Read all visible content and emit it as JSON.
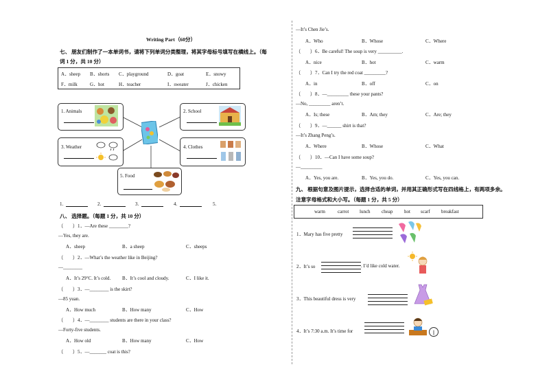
{
  "title": "Writing Part（60分）",
  "sec7": {
    "heading": "七、 朋友们制作了一本单词书，请将下列单词分类整理，将其字母标号填写在横线上。（每",
    "heading2": "词 1 分，共 10 分）",
    "row1": [
      "A．sheep",
      "B．shorts",
      "C．playground",
      "D．goat",
      "E．snowy"
    ],
    "row2": [
      "F．milk",
      "G．hot",
      "H．teacher",
      "I．sweater",
      "J．chicken"
    ],
    "nodes": {
      "animals": "1. Animals",
      "school": "2. School",
      "weather": "3. Weather",
      "clothes": "4. Clothes",
      "food": "5. Food"
    },
    "answers": [
      "1.",
      "2.",
      "3.",
      "4.",
      "5."
    ]
  },
  "sec8": {
    "heading": "八、 选择题。（每题 1 分，共 10 分）",
    "q1": {
      "stem": "（　　）1．—Are these ________?",
      "reply": "—Yes, they are.",
      "a": "A．sheep",
      "b": "B．a sheep",
      "c": "C．sheeps"
    },
    "q2": {
      "stem": "（　　）2．—What’s the weather like in Beijing?",
      "reply": "—________",
      "a": "A．It’s 29°C. It’s cold.",
      "b": "B．It’s cool and cloudy.",
      "c": "C．I like it."
    },
    "q3": {
      "stem": "（　　）3．—________ is the skirt?",
      "reply": "—85 yuan.",
      "a": "A．How much",
      "b": "B．How many",
      "c": "C．How"
    },
    "q4": {
      "stem": "（　　）4．—________ students are there in your class?",
      "reply": "—Forty-five students.",
      "a": "A．How old",
      "b": "B．How many",
      "c": "C．How"
    },
    "q5": {
      "stem": "（　　）5．—_______ coat is this?",
      "reply": "—It’s Chen Jie’s.",
      "a": "A．Who",
      "b": "B．Whose",
      "c": "C．Where"
    },
    "q6": {
      "stem": "（　　）6．Be careful! The soup is very __________.",
      "a": "A．nice",
      "b": "B．hot",
      "c": "C．warm"
    },
    "q7": {
      "stem": "（　　）7．Can I try the red coat _________?",
      "a": "A．in",
      "b": "B．off",
      "c": "C．on"
    },
    "q8": {
      "stem": "（　　）8．—_________ these your pants?",
      "reply": "—No, _________ aren’t.",
      "a": "A．Is; these",
      "b": "B．Am; they",
      "c": "C．Are; they"
    },
    "q9": {
      "stem": "（　　）9．—______ shirt is that?",
      "reply": "—It’s Zhang Peng’s.",
      "a": "A．Where",
      "b": "B．Whose",
      "c": "C．What"
    },
    "q10": {
      "stem": "（　　）10．—Can I have some soup?",
      "reply": "—_________",
      "a": "A．Yes, you are.",
      "b": "B．Yes, you do.",
      "c": "C．Yes, you can."
    }
  },
  "sec9": {
    "heading": "九、 根据句意及图片提示，选择合适的单词，并用其正确形式写在四线格上，有两项多余。",
    "heading2": "注意字母格式和大小写。（每题 1 分，共 5 分）",
    "words": [
      "warm",
      "carrot",
      "lunch",
      "cheap",
      "hot",
      "scarf",
      "breakfast"
    ],
    "items": [
      {
        "pre": "1．Mary has five pretty",
        "post": ""
      },
      {
        "pre": "2．It’s so",
        "post": ". I’d like cold water."
      },
      {
        "pre": "3．This beautiful dress is very",
        "post": ""
      },
      {
        "pre": "4．It’s 7:30 a.m. It’s time for",
        "post": ""
      }
    ],
    "clock": "7:30"
  }
}
